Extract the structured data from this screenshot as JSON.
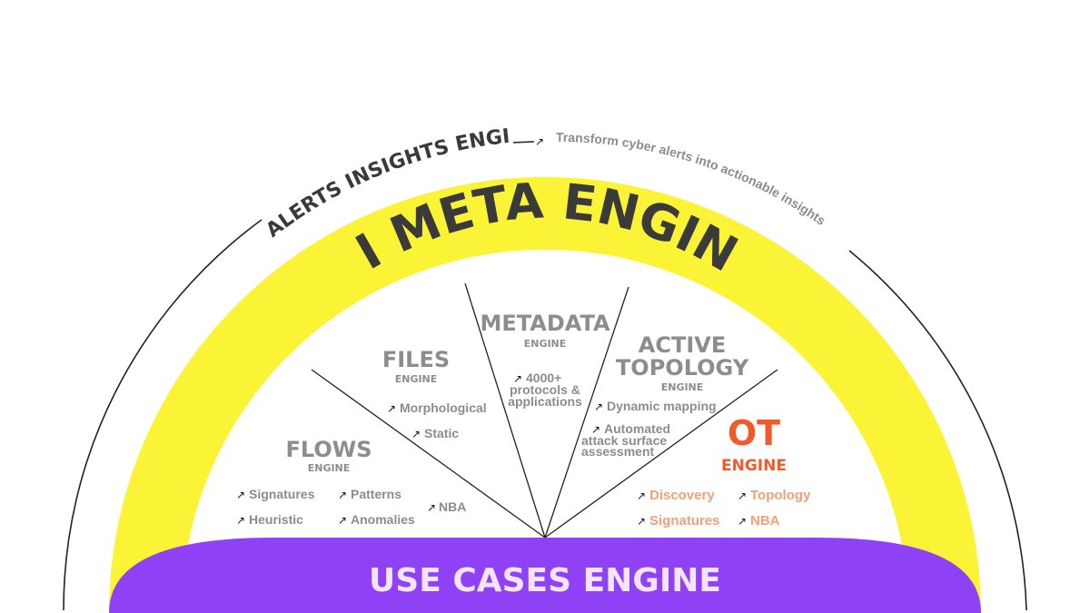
{
  "colors": {
    "yellow_band": "#fbf335",
    "purple_base": "#8f42f5",
    "ot_accent": "#f15a2a",
    "ot_items": "#f2a07a",
    "text_dark": "#3a3a3a",
    "text_gray": "#8c8c8c"
  },
  "alerts": {
    "title": "ALERTS INSIGHTS ENGINE",
    "subtitle": "Transform cyber alerts into actionable insights"
  },
  "meta": {
    "title": "AI META ENGINE"
  },
  "engines": {
    "flows": {
      "name": "FLOWS",
      "sub": "ENGINE",
      "items": [
        "Signatures",
        "Heuristic",
        "Patterns",
        "Anomalies",
        "NBA"
      ]
    },
    "files": {
      "name": "FILES",
      "sub": "ENGINE",
      "items": [
        "Morphological",
        "Static"
      ]
    },
    "metadata": {
      "name": "METADATA",
      "sub": "ENGINE",
      "item_lines": [
        "4000+",
        "protocols &",
        "applications"
      ]
    },
    "topology": {
      "name_line1": "ACTIVE",
      "name_line2": "TOPOLOGY",
      "sub": "ENGINE",
      "items": [
        "Dynamic mapping"
      ],
      "item2_lines": [
        "Automated",
        "attack surface",
        "assessment"
      ]
    },
    "ot": {
      "name": "OT",
      "sub": "ENGINE",
      "items": [
        "Discovery",
        "Topology",
        "Signatures",
        "NBA"
      ]
    }
  },
  "usecases": {
    "title": "USE CASES ENGINE"
  },
  "icons": {
    "bullet": "arrow-up-right-icon"
  }
}
